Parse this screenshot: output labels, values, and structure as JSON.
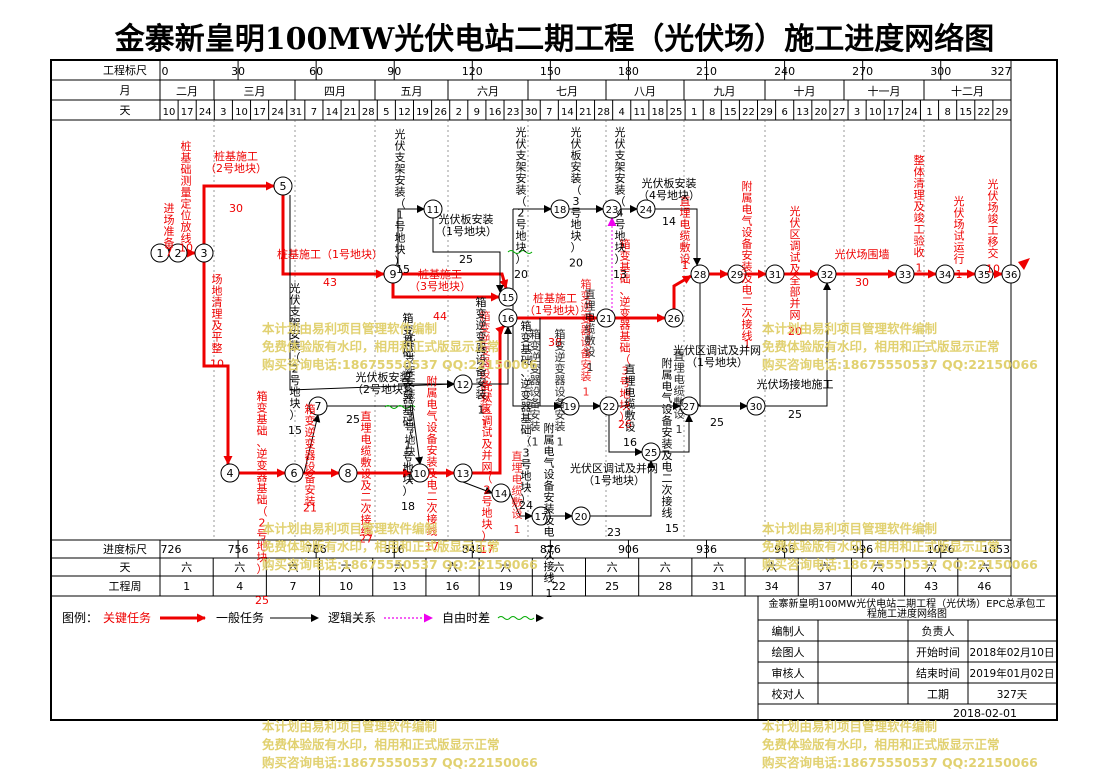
{
  "title": "金寨新皇明100MW光伏电站二期工程（光伏场）施工进度网络图",
  "colors": {
    "critical": "#ee0000",
    "normal": "#000000",
    "logic": "#000000",
    "free_float": "#ee00ee",
    "wave": "#00aa00",
    "watermark": "#e0cf6a"
  },
  "timeline": {
    "top_scale_label": "工程标尺",
    "top_scale_ticks": [
      "0",
      "30",
      "60",
      "90",
      "120",
      "150",
      "180",
      "210",
      "240",
      "270",
      "300",
      "327"
    ],
    "month_label": "月",
    "months": [
      "二月",
      "三月",
      "四月",
      "五月",
      "六月",
      "七月",
      "八月",
      "九月",
      "十月",
      "十一月",
      "十二月"
    ],
    "day_label": "天",
    "days": [
      "10",
      "17",
      "24",
      "3",
      "10",
      "17",
      "24",
      "31",
      "7",
      "14",
      "21",
      "28",
      "5",
      "12",
      "19",
      "26",
      "2",
      "9",
      "16",
      "23",
      "30",
      "7",
      "14",
      "21",
      "28",
      "4",
      "11",
      "18",
      "25",
      "1",
      "8",
      "15",
      "22",
      "29",
      "6",
      "13",
      "20",
      "27",
      "3",
      "10",
      "17",
      "24",
      "1",
      "8",
      "15",
      "22",
      "29"
    ],
    "bottom_scale_label": "进度标尺",
    "bottom_scale_ticks": [
      "726",
      "756",
      "786",
      "816",
      "846",
      "876",
      "906",
      "936",
      "966",
      "996",
      "1026",
      "1053"
    ],
    "weekday_label": "天",
    "weekday_value": "六",
    "week_label": "工程周",
    "weeks": [
      "1",
      "4",
      "7",
      "10",
      "13",
      "16",
      "19",
      "22",
      "25",
      "28",
      "31",
      "34",
      "37",
      "40",
      "43",
      "46"
    ]
  },
  "nodes": [
    "1",
    "2",
    "3",
    "4",
    "5",
    "6",
    "7",
    "8",
    "9",
    "10",
    "11",
    "12",
    "13",
    "14",
    "15",
    "16",
    "17",
    "18",
    "19",
    "20",
    "21",
    "22",
    "23",
    "24",
    "25",
    "26",
    "27",
    "28",
    "29",
    "30",
    "31",
    "32",
    "33",
    "34",
    "35",
    "36"
  ],
  "tasks": [
    {
      "id": "t1",
      "name": "进场准备",
      "dur": "7",
      "critical": true
    },
    {
      "id": "t2",
      "name": "桩基础测量定位放线",
      "dur": "10",
      "critical": true
    },
    {
      "id": "t3",
      "name": "桩基施工（2号地块）",
      "dur": "30",
      "critical": true
    },
    {
      "id": "t4",
      "name": "场地清理及平整",
      "dur": "10",
      "critical": true
    },
    {
      "id": "t5",
      "name": "桩基施工（1号地块）",
      "dur": "43",
      "critical": true
    },
    {
      "id": "t6",
      "name": "桩基施工（3号地块）",
      "dur": "44",
      "critical": true
    },
    {
      "id": "t7",
      "name": "桩基施工（1号地块）",
      "dur": "38",
      "critical": true
    },
    {
      "id": "t8",
      "name": "箱变基础、逆变器基础（3号地块）",
      "dur": "26",
      "critical": true
    },
    {
      "id": "t9",
      "name": "箱变基础、逆变器基础（2号地块）",
      "dur": "25",
      "critical": true
    },
    {
      "id": "t10",
      "name": "箱变逆变器设备安装",
      "dur": "21",
      "critical": true
    },
    {
      "id": "t11",
      "name": "直埋电缆敷设及二次接线",
      "dur": "27",
      "critical": true
    },
    {
      "id": "t12",
      "name": "附属电气设备安装及电二次接线",
      "dur": "17",
      "critical": true
    },
    {
      "id": "t13",
      "name": "光伏区调试及并网（2号地块）",
      "dur": "17",
      "critical": true
    },
    {
      "id": "t14",
      "name": "直埋电缆敷设",
      "dur": "1",
      "critical": true
    },
    {
      "id": "t15",
      "name": "箱变逆变器设备安装",
      "dur": "1",
      "critical": true
    },
    {
      "id": "t16",
      "name": "箱变逆变器设备安装",
      "dur": "1",
      "critical": true
    },
    {
      "id": "t17",
      "name": "直埋电缆敷设",
      "dur": "1",
      "critical": true
    },
    {
      "id": "t18",
      "name": "附属电气设备安装及电二次接线",
      "dur": "1",
      "critical": true
    },
    {
      "id": "t19",
      "name": "光伏区调试及全部并网",
      "dur": "20",
      "critical": true
    },
    {
      "id": "t20",
      "name": "光伏场围墙",
      "dur": "30",
      "critical": true
    },
    {
      "id": "t21",
      "name": "整体清理及竣工验收",
      "dur": "1",
      "critical": true
    },
    {
      "id": "t22",
      "name": "光伏场试运行",
      "dur": "1",
      "critical": true
    },
    {
      "id": "t23",
      "name": "光伏场竣工移交",
      "dur": "10",
      "critical": true
    },
    {
      "id": "n1",
      "name": "光伏支架安装（1号地块）",
      "dur": "15",
      "critical": false
    },
    {
      "id": "n2",
      "name": "光伏板安装（1号地块）",
      "dur": "25",
      "critical": false
    },
    {
      "id": "n3",
      "name": "光伏支架安装（2号地块）",
      "dur": "15",
      "critical": false
    },
    {
      "id": "n4",
      "name": "光伏板安装（2号地块）",
      "dur": "25",
      "critical": false
    },
    {
      "id": "n5",
      "name": "箱变基础、逆变器基础（1号地块）",
      "dur": "18",
      "critical": false
    },
    {
      "id": "n6",
      "name": "箱变基础、逆变器基础（3号地块）",
      "dur": "24",
      "critical": false
    },
    {
      "id": "n7",
      "name": "光伏支架安装（2号地块）",
      "dur": "20",
      "critical": false
    },
    {
      "id": "n8",
      "name": "光伏板安装（3号地块）",
      "dur": "20",
      "critical": false
    },
    {
      "id": "n9",
      "name": "光伏支架安装（4号地块）",
      "dur": "13",
      "critical": false
    },
    {
      "id": "n10",
      "name": "光伏板安装（4号地块）",
      "dur": "14",
      "critical": false
    },
    {
      "id": "n11",
      "name": "箱变逆变器设备安装",
      "dur": "1",
      "critical": false
    },
    {
      "id": "n12",
      "name": "直埋电缆敷设",
      "dur": "16",
      "critical": false
    },
    {
      "id": "n13",
      "name": "附属电气设备安装及电二次接线",
      "dur": "15",
      "critical": false
    },
    {
      "id": "n14",
      "name": "光伏区调试及并网（1号地块）",
      "dur": "25",
      "critical": false
    },
    {
      "id": "n15",
      "name": "光伏场接地施工",
      "dur": "25",
      "critical": false
    },
    {
      "id": "n16",
      "name": "附属电气设备安装及电二次接线",
      "dur": "1",
      "critical": false
    },
    {
      "id": "n17",
      "name": "光伏区调试及并网（1号地块）",
      "dur": "23",
      "critical": false
    },
    {
      "id": "n18",
      "name": "直埋电缆敷设",
      "dur": "1",
      "critical": false
    },
    {
      "id": "n19",
      "name": "箱变逆变器设备安装",
      "dur": "1",
      "critical": false
    },
    {
      "id": "n20",
      "name": "箱变逆变器设备安装",
      "dur": "1",
      "critical": false
    },
    {
      "id": "n21",
      "name": "直埋电缆敷设",
      "dur": "1",
      "critical": false
    },
    {
      "id": "n22",
      "name": "光伏支架安装（3号地块）",
      "dur": "1",
      "critical": false
    }
  ],
  "legend": {
    "label": "图例：",
    "critical": "关键任务",
    "normal": "一般任务",
    "logic": "逻辑关系",
    "free_float": "自由时差"
  },
  "info": {
    "project": "金寨新皇明100MW光伏电站二期工程（光伏场）EPC总承包工程施工进度网络图",
    "rows": [
      {
        "k1": "编制人",
        "v1": "",
        "k2": "负责人",
        "v2": ""
      },
      {
        "k1": "绘图人",
        "v1": "",
        "k2": "开始时间",
        "v2": "2018年02月10日"
      },
      {
        "k1": "审核人",
        "v1": "",
        "k2": "结束时间",
        "v2": "2019年01月02日"
      },
      {
        "k1": "校对人",
        "v1": "",
        "k2": "工期",
        "v2": "327天"
      }
    ],
    "date": "2018-02-01"
  },
  "watermark": {
    "line1": "本计划由易利项目管理软件编制",
    "line2": "免费体验版有水印，相用和正式版显示正常",
    "line3": "购买咨询电话:18675550537 QQ:22150066"
  }
}
